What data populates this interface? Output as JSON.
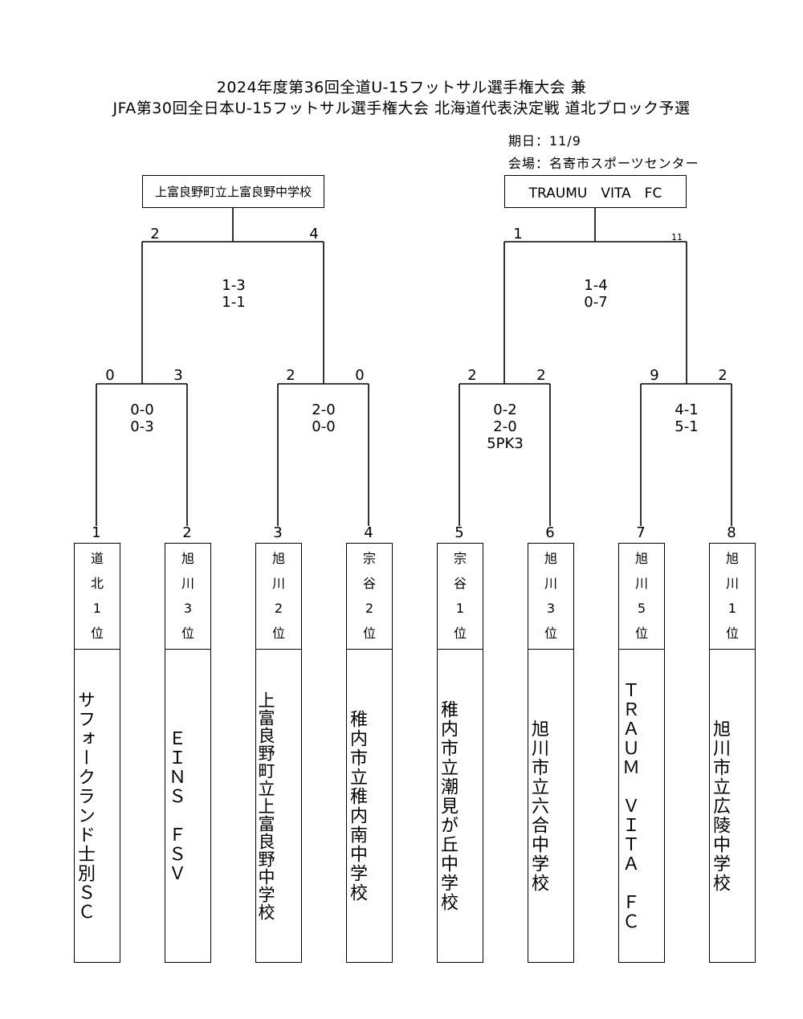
{
  "title_line1": "2024年度第36回全道U-15フットサル選手権大会 兼",
  "title_line2": "JFA第30回全日本U-15フットサル選手権大会 北海道代表決定戦 道北ブロック予選",
  "date": "期日：11/9",
  "venue": "会場：名寄市スポーツセンター",
  "qualifiers": [
    "上富良野町立上富良野中学校",
    "TRAUMU　VITA　FC"
  ],
  "final_left": {
    "top_left": "2",
    "top_right": "4",
    "scores": "1-3\n1-1"
  },
  "final_right": {
    "top_left": "1",
    "top_right": "11",
    "scores": "1-4\n0-7"
  },
  "semis": [
    {
      "left": "0",
      "right": "3",
      "scores": "0-0\n0-3"
    },
    {
      "left": "2",
      "right": "0",
      "scores": "2-0\n0-0"
    },
    {
      "left": "2",
      "right": "2",
      "scores": "0-2\n2-0\n5PK3"
    },
    {
      "left": "9",
      "right": "2",
      "scores": "4-1\n5-1"
    }
  ],
  "teams": [
    {
      "seed": "1",
      "rank": [
        "道",
        "北",
        "1",
        "位"
      ],
      "name": "サフォークランド士別ＳＣ"
    },
    {
      "seed": "2",
      "rank": [
        "旭",
        "川",
        "3",
        "位"
      ],
      "name": "ＥＩＮＳ　ＦＳＶ"
    },
    {
      "seed": "3",
      "rank": [
        "旭",
        "川",
        "2",
        "位"
      ],
      "name": "上富良野町立上富良野中学校"
    },
    {
      "seed": "4",
      "rank": [
        "宗",
        "谷",
        "2",
        "位"
      ],
      "name": "稚内市立稚内南中学校"
    },
    {
      "seed": "5",
      "rank": [
        "宗",
        "谷",
        "1",
        "位"
      ],
      "name": "稚内市立潮見が丘中学校"
    },
    {
      "seed": "6",
      "rank": [
        "旭",
        "川",
        "3",
        "位"
      ],
      "name": "旭川市立六合中学校"
    },
    {
      "seed": "7",
      "rank": [
        "旭",
        "川",
        "5",
        "位"
      ],
      "name": "ＴＲＡＵＭ　ＶＩＴＡ　ＦＣ"
    },
    {
      "seed": "8",
      "rank": [
        "旭",
        "川",
        "1",
        "位"
      ],
      "name": "旭川市立広陵中学校"
    }
  ]
}
